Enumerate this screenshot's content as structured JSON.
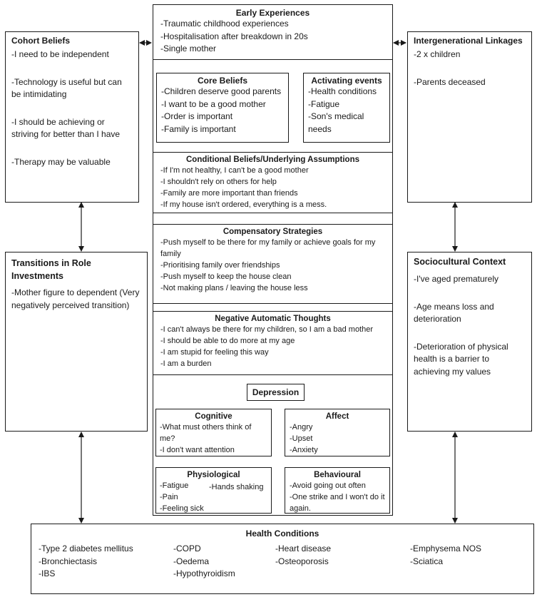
{
  "early_experiences": {
    "title": "Early Experiences",
    "items": [
      "-Traumatic childhood experiences",
      "-Hospitalisation after breakdown in 20s",
      "-Single mother"
    ]
  },
  "cohort_beliefs": {
    "title": "Cohort Beliefs",
    "items": [
      "-I need to be independent",
      "-Technology is useful but can be intimidating",
      "-I should be achieving or striving for better than I have",
      "-Therapy may be valuable"
    ]
  },
  "intergenerational_linkages": {
    "title": "Intergenerational Linkages",
    "items": [
      "-2 x children",
      "-Parents deceased"
    ]
  },
  "core_beliefs": {
    "title": "Core Beliefs",
    "items": [
      "-Children deserve good parents",
      "-I want to be a good mother",
      "-Order is important",
      "-Family is important"
    ]
  },
  "activating_events": {
    "title": "Activating events",
    "items": [
      "-Health conditions",
      "-Fatigue",
      "-Son's medical needs"
    ]
  },
  "conditional_beliefs": {
    "title": "Conditional Beliefs/Underlying Assumptions",
    "items": [
      "-If I'm not healthy, I can't be a good mother",
      "-I shouldn't rely on others for help",
      "-Family are more important than friends",
      "-If my house isn't ordered, everything is a mess."
    ]
  },
  "compensatory_strategies": {
    "title": "Compensatory Strategies",
    "items": [
      "-Push myself to be there for my family or achieve goals for my family",
      "-Prioritising family over friendships",
      "-Push myself to keep the house clean",
      "-Not making plans / leaving the house less"
    ]
  },
  "negative_thoughts": {
    "title": "Negative Automatic Thoughts",
    "items": [
      "-I can't always be there for my children, so I am a bad mother",
      "-I should be able to do more at my age",
      "-I am stupid for feeling this way",
      "-I am a burden"
    ]
  },
  "depression": {
    "label": "Depression"
  },
  "cognitive": {
    "title": "Cognitive",
    "items": [
      "-What must others think of me?",
      "-I don't want attention"
    ]
  },
  "affect": {
    "title": "Affect",
    "items": [
      "-Angry",
      "-Upset",
      "-Anxiety"
    ]
  },
  "physiological": {
    "title": "Physiological",
    "items": [
      "-Fatigue",
      "-Pain",
      "-Feeling sick"
    ],
    "extra": "-Hands shaking"
  },
  "behavioural": {
    "title": "Behavioural",
    "items": [
      "-Avoid going out often",
      "-One strike and I won't do it again."
    ]
  },
  "transitions": {
    "title": "Transitions in Role Investments",
    "items": [
      "-Mother figure to dependent (Very negatively perceived transition)"
    ]
  },
  "sociocultural": {
    "title": "Sociocultural Context",
    "items": [
      "-I've aged prematurely",
      "-Age means loss and deterioration",
      "-Deterioration of physical health is a barrier to achieving my values"
    ]
  },
  "health_conditions": {
    "title": "Health Conditions",
    "columns": [
      [
        "-Type 2 diabetes mellitus",
        "-Bronchiectasis",
        "-IBS"
      ],
      [
        "-COPD",
        "-Oedema",
        "-Hypothyroidism"
      ],
      [
        "-Heart disease",
        "-Osteoporosis"
      ],
      [
        "-Emphysema NOS",
        "-Sciatica"
      ]
    ]
  }
}
